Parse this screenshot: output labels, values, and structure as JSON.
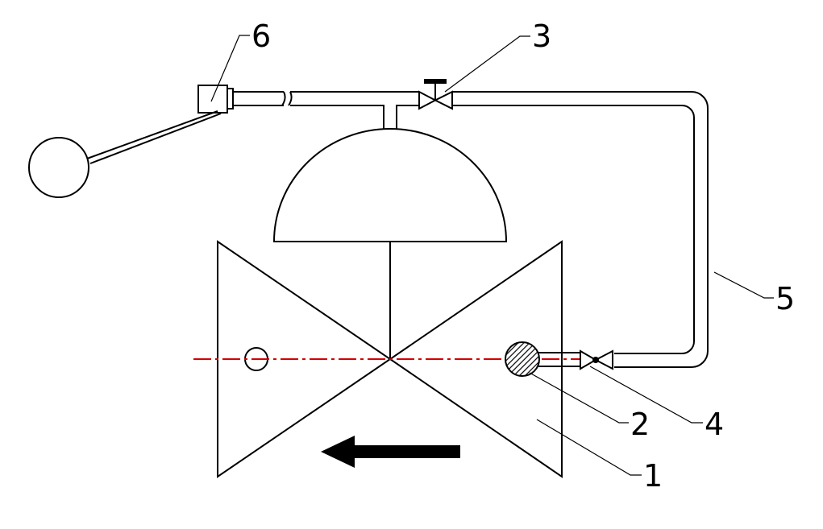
{
  "colors": {
    "line": "#000000",
    "centerline": "#d40000",
    "background": "#ffffff"
  },
  "labels": {
    "valve_body": "1",
    "strainer": "2",
    "pilot_valve": "3",
    "check_valve": "4",
    "pipe": "5",
    "float_valve": "6"
  },
  "icons": {
    "flow_arrow": "flow-direction-left-arrow",
    "float_ball": "float-ball"
  }
}
